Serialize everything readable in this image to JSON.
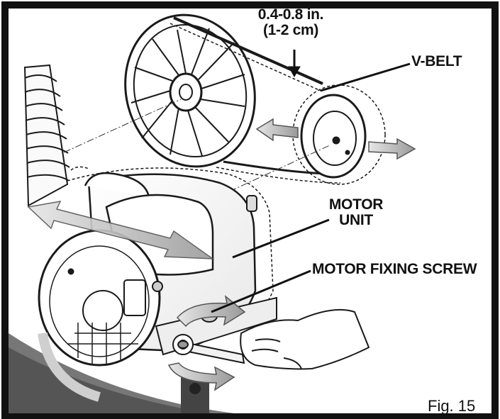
{
  "labels": {
    "gap_inch": "0.4-0.8 in.",
    "gap_cm": "(1-2 cm)",
    "v_belt": "V-BELT",
    "motor_line1": "MOTOR",
    "motor_line2": "UNIT",
    "motor_fixing_screw": "MOTOR FIXING SCREW",
    "figure": "Fig. 15"
  },
  "colors": {
    "frame": "#111111",
    "outline": "#1a1a1a",
    "arrow_fill": "#b8b8b8",
    "shadow": "#cfcfcf"
  }
}
